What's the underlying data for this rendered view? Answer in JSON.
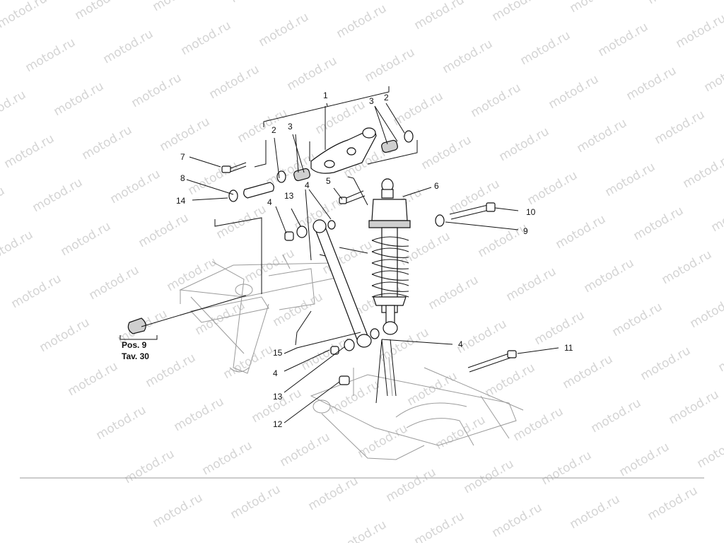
{
  "watermark": {
    "text": "motod.ru"
  },
  "callouts": {
    "c1": "1",
    "c2a": "2",
    "c2b": "2",
    "c3a": "3",
    "c3b": "3",
    "c4a": "4",
    "c4b": "4",
    "c4c": "4",
    "c4d": "4",
    "c5": "5",
    "c6": "6",
    "c7": "7",
    "c8": "8",
    "c9": "9",
    "c10": "10",
    "c11": "11",
    "c12": "12",
    "c13a": "13",
    "c13b": "13",
    "c14": "14",
    "c15": "15"
  },
  "reference": {
    "line1": "Pos. 9",
    "line2": "Tav. 30"
  }
}
